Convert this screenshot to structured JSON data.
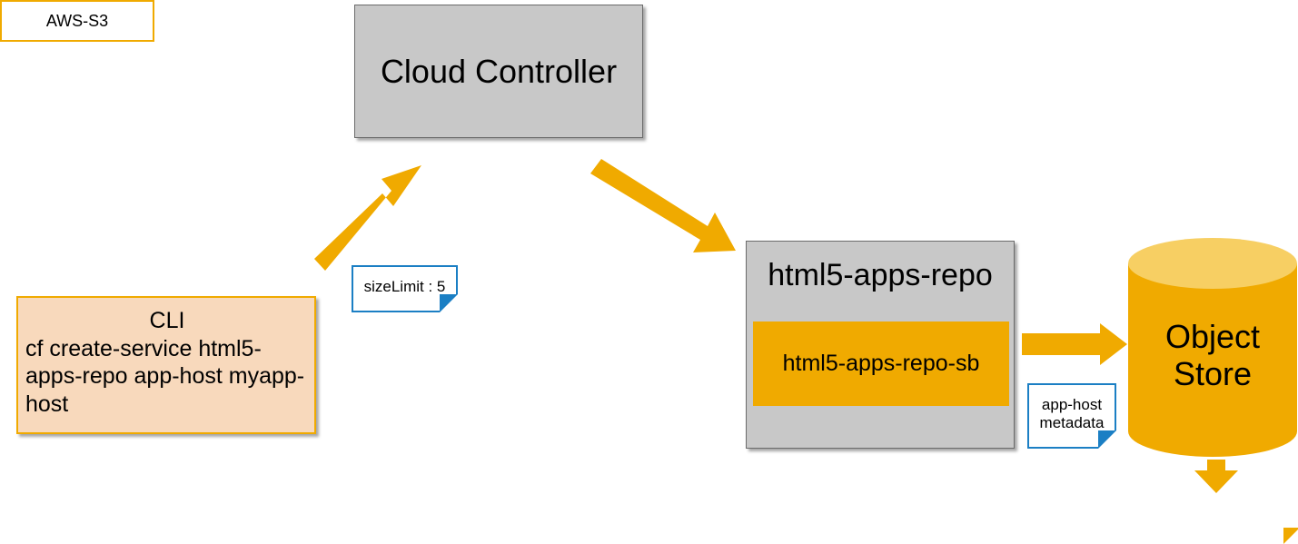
{
  "cloud_controller": {
    "label": "Cloud Controller"
  },
  "cli": {
    "title": "CLI",
    "command": "cf create-service html5-apps-repo app-host myapp-host"
  },
  "size_limit_note": {
    "label": "sizeLimit : 5"
  },
  "html5_repo": {
    "title": "html5-apps-repo",
    "service_broker": "html5-apps-repo-sb"
  },
  "metadata_note": {
    "line1": "app-host",
    "line2": "metadata"
  },
  "object_store": {
    "line1": "Object",
    "line2": "Store"
  },
  "aws_note": {
    "label": "AWS-S3"
  },
  "colors": {
    "arrow": "#f0aa00",
    "cylinder_body": "#f0aa00",
    "cylinder_top": "#f7cf63",
    "box_gray": "#c8c8c8",
    "cli_fill": "#f8d9bc",
    "note_border": "#1b7fc4"
  }
}
